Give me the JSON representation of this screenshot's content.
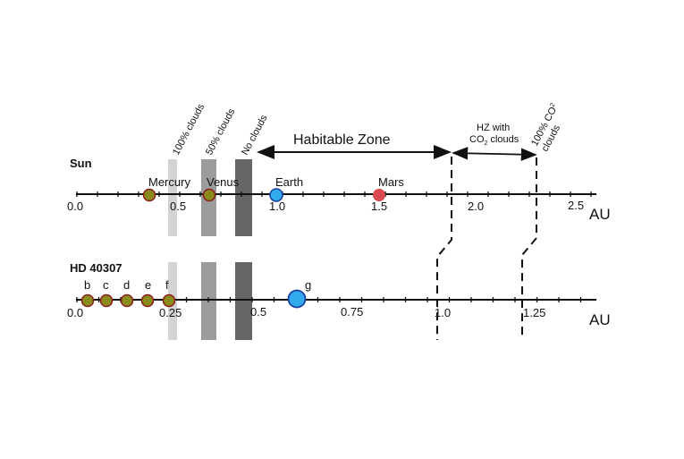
{
  "diagram": {
    "systems": [
      {
        "id": "sun",
        "name": "Sun",
        "unit": "AU",
        "tick_labels": [
          "0.0",
          "0.5",
          "1.0",
          "1.5",
          "2.0",
          "2.5"
        ],
        "planets": [
          {
            "label": "Mercury",
            "distance": 0.39,
            "color": "#8b8a1c"
          },
          {
            "label": "Venus",
            "distance": 0.72,
            "color": "#8b8a1c"
          },
          {
            "label": "Earth",
            "distance": 1.0,
            "color": "#33aaee"
          },
          {
            "label": "Mars",
            "distance": 1.52,
            "color": "#d9494f"
          }
        ]
      },
      {
        "id": "hd40307",
        "name": "HD 40307",
        "unit": "AU",
        "tick_labels": [
          "0.0",
          "0.25",
          "0.5",
          "0.75",
          "1.0",
          "1.25"
        ],
        "planets": [
          {
            "label": "b",
            "color": "#8b8a1c"
          },
          {
            "label": "c",
            "color": "#8b8a1c"
          },
          {
            "label": "d",
            "color": "#8b8a1c"
          },
          {
            "label": "e",
            "color": "#8b8a1c"
          },
          {
            "label": "f",
            "color": "#8b8a1c"
          },
          {
            "label": "g",
            "color": "#33aaee"
          }
        ]
      }
    ],
    "cloud_bands": [
      {
        "label": "100% clouds",
        "color": "#d4d4d4"
      },
      {
        "label": "50% clouds",
        "color": "#9c9c9c"
      },
      {
        "label": "No clouds",
        "color": "#666666"
      }
    ],
    "habitable_zone": {
      "label": "Habitable Zone",
      "co2_label_line1": "HZ with",
      "co2_label_line2_prefix": "CO",
      "co2_label_sub": "2",
      "co2_label_line2_suffix": " clouds",
      "full_co2_label_prefix": "100% CO",
      "full_co2_label_sub": "2",
      "full_co2_label_line2": "clouds"
    }
  }
}
